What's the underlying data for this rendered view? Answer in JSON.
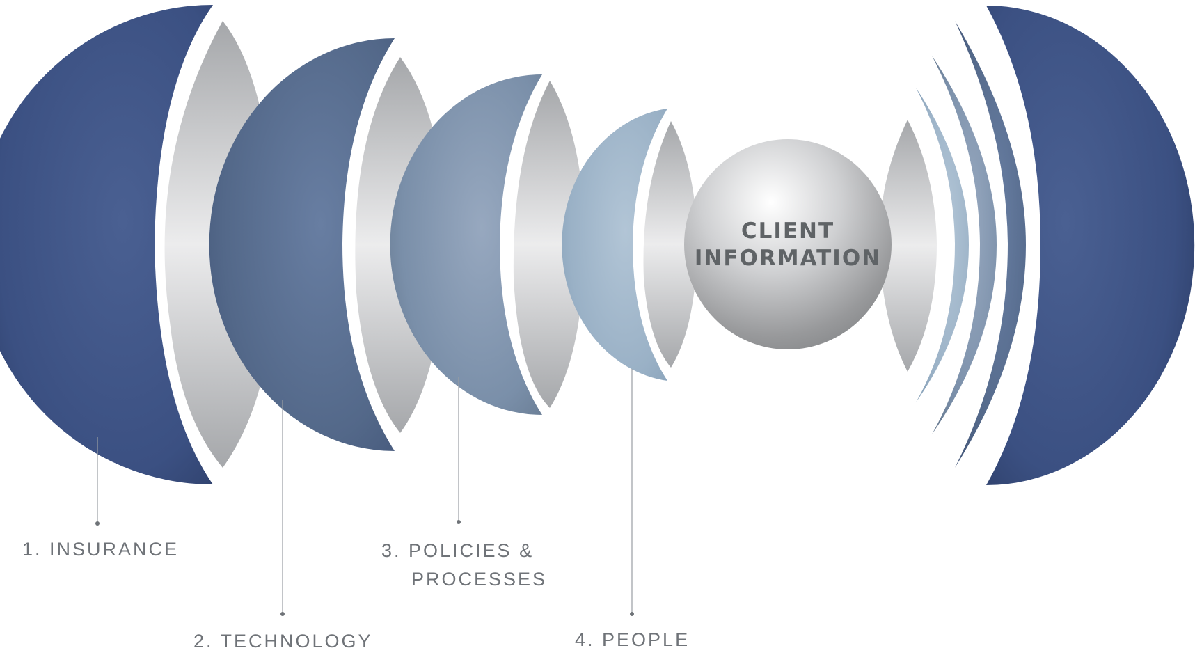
{
  "center": {
    "line1": "CLIENT",
    "line2": "INFORMATION"
  },
  "layers": [
    {
      "label_lines": [
        "1. INSURANCE"
      ]
    },
    {
      "label_lines": [
        "2. TECHNOLOGY"
      ]
    },
    {
      "label_lines": [
        "3. POLICIES &",
        "PROCESSES"
      ]
    },
    {
      "label_lines": [
        "4. PEOPLE"
      ]
    }
  ],
  "colors": {
    "navy": "#3a4f7e",
    "slate": "#566b8d",
    "steel": "#7a90ab",
    "sky": "#9fb5c9",
    "silver": "#c9cacc",
    "line": "#9a9ea3",
    "label": "#6f7378"
  }
}
